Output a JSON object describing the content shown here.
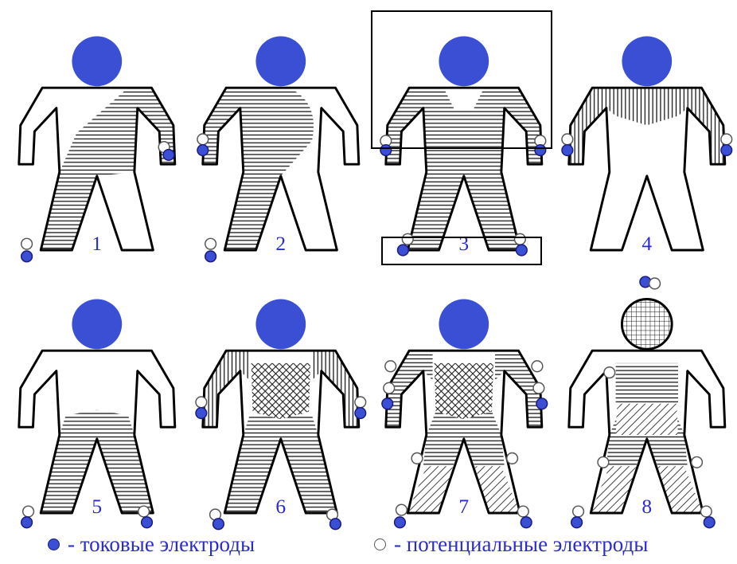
{
  "figures": [
    {
      "label": "1"
    },
    {
      "label": "2"
    },
    {
      "label": "3"
    },
    {
      "label": "4"
    },
    {
      "label": "5"
    },
    {
      "label": "6"
    },
    {
      "label": "7"
    },
    {
      "label": "8"
    }
  ],
  "legend": {
    "current": "- токовые электроды",
    "potential": "- потенциальные электроды"
  },
  "colors": {
    "head": "#3a4fd4",
    "electrode_current": "#3a4fd4",
    "electrode_potential": "#ffffff",
    "outline": "#000000",
    "label": "#2b2bd6"
  }
}
